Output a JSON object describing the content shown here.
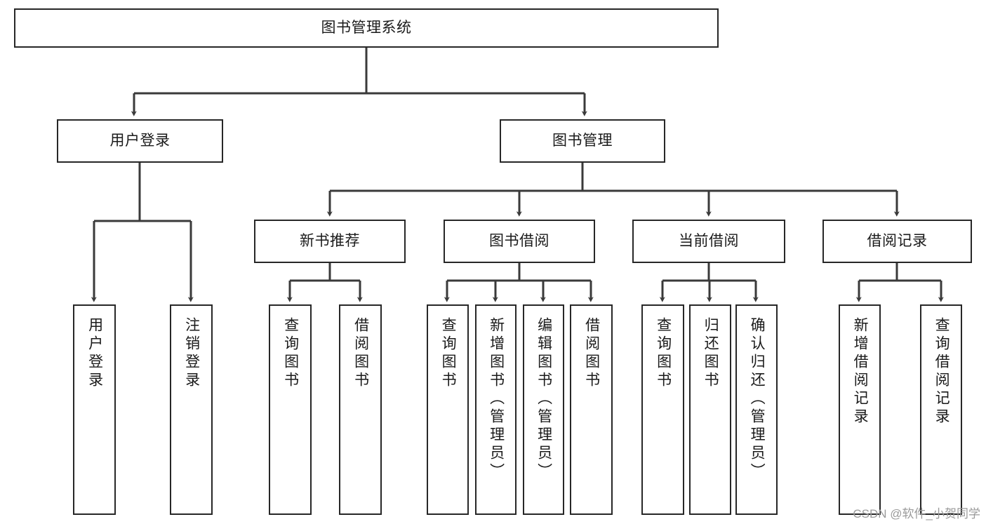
{
  "diagram": {
    "type": "tree-hierarchy",
    "title": "图书管理系统",
    "orientation": "top-down",
    "edge_style": "orthogonal-arrow",
    "colors": {
      "box_border": "#272727",
      "box_fill": "#ffffff",
      "connector": "#3a3a3a",
      "text": "#1a1a1a",
      "watermark": "#9a9a9a",
      "background": "#ffffff"
    },
    "nodes": {
      "root": {
        "label": "图书管理系统",
        "level": 1,
        "text_direction": "horizontal"
      },
      "level2": [
        {
          "id": "user-login",
          "label": "用户登录",
          "text_direction": "horizontal"
        },
        {
          "id": "book-manage",
          "label": "图书管理",
          "text_direction": "horizontal"
        }
      ],
      "level3": [
        {
          "id": "new-book-rec",
          "label": "新书推荐",
          "text_direction": "horizontal"
        },
        {
          "id": "book-borrow",
          "label": "图书借阅",
          "text_direction": "horizontal"
        },
        {
          "id": "current-borrow",
          "label": "当前借阅",
          "text_direction": "horizontal"
        },
        {
          "id": "borrow-record",
          "label": "借阅记录",
          "text_direction": "horizontal"
        }
      ],
      "leaves": [
        {
          "id": "leaf-user-login",
          "label": "用户登录",
          "parent": "user-login",
          "text_direction": "vertical"
        },
        {
          "id": "leaf-logout-login",
          "label": "注销登录",
          "parent": "user-login",
          "text_direction": "vertical"
        },
        {
          "id": "leaf-query-book-1",
          "label": "查询图书",
          "parent": "new-book-rec",
          "text_direction": "vertical"
        },
        {
          "id": "leaf-borrow-book-1",
          "label": "借阅图书",
          "parent": "new-book-rec",
          "text_direction": "vertical"
        },
        {
          "id": "leaf-query-book-2",
          "label": "查询图书",
          "parent": "book-borrow",
          "text_direction": "vertical"
        },
        {
          "id": "leaf-add-book",
          "label": "新增图书（管理员）",
          "parent": "book-borrow",
          "text_direction": "vertical"
        },
        {
          "id": "leaf-edit-book",
          "label": "编辑图书（管理员）",
          "parent": "book-borrow",
          "text_direction": "vertical"
        },
        {
          "id": "leaf-borrow-book-2",
          "label": "借阅图书",
          "parent": "book-borrow",
          "text_direction": "vertical"
        },
        {
          "id": "leaf-query-book-3",
          "label": "查询图书",
          "parent": "current-borrow",
          "text_direction": "vertical"
        },
        {
          "id": "leaf-return-book",
          "label": "归还图书",
          "parent": "current-borrow",
          "text_direction": "vertical"
        },
        {
          "id": "leaf-confirm-return",
          "label": "确认归还（管理员）",
          "parent": "current-borrow",
          "text_direction": "vertical"
        },
        {
          "id": "leaf-add-record",
          "label": "新增借阅记录",
          "parent": "borrow-record",
          "text_direction": "vertical"
        },
        {
          "id": "leaf-query-record",
          "label": "查询借阅记录",
          "parent": "borrow-record",
          "text_direction": "vertical"
        }
      ]
    },
    "edges": [
      {
        "from": "root",
        "to": "user-login"
      },
      {
        "from": "root",
        "to": "book-manage"
      },
      {
        "from": "user-login",
        "to": "leaf-user-login"
      },
      {
        "from": "user-login",
        "to": "leaf-logout-login"
      },
      {
        "from": "book-manage",
        "to": "new-book-rec"
      },
      {
        "from": "book-manage",
        "to": "book-borrow"
      },
      {
        "from": "book-manage",
        "to": "current-borrow"
      },
      {
        "from": "book-manage",
        "to": "borrow-record"
      },
      {
        "from": "new-book-rec",
        "to": "leaf-query-book-1"
      },
      {
        "from": "new-book-rec",
        "to": "leaf-borrow-book-1"
      },
      {
        "from": "book-borrow",
        "to": "leaf-query-book-2"
      },
      {
        "from": "book-borrow",
        "to": "leaf-add-book"
      },
      {
        "from": "book-borrow",
        "to": "leaf-edit-book"
      },
      {
        "from": "book-borrow",
        "to": "leaf-borrow-book-2"
      },
      {
        "from": "current-borrow",
        "to": "leaf-query-book-3"
      },
      {
        "from": "current-borrow",
        "to": "leaf-return-book"
      },
      {
        "from": "current-borrow",
        "to": "leaf-confirm-return"
      },
      {
        "from": "borrow-record",
        "to": "leaf-add-record"
      },
      {
        "from": "borrow-record",
        "to": "leaf-query-record"
      }
    ]
  },
  "watermark": {
    "text": "CSDN @软件_小贺同学"
  }
}
